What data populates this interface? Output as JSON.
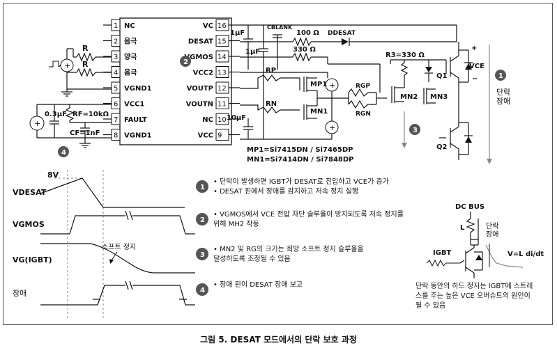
{
  "caption": "그림 5. DESAT 모드에서의 단락 보호 과정",
  "ic": {
    "left_pins": [
      {
        "num": "1",
        "label": "NC"
      },
      {
        "num": "2",
        "label": "음극"
      },
      {
        "num": "3",
        "label": "양극"
      },
      {
        "num": "4",
        "label": "음극"
      },
      {
        "num": "5",
        "label": "VGND1"
      },
      {
        "num": "6",
        "label": "VCC1"
      },
      {
        "num": "7",
        "label": "FAULT"
      },
      {
        "num": "8",
        "label": "VGND1"
      }
    ],
    "right_pins": [
      {
        "num": "16",
        "label": "VC"
      },
      {
        "num": "15",
        "label": "DESAT"
      },
      {
        "num": "14",
        "label": "VGMOS"
      },
      {
        "num": "13",
        "label": "VCC2"
      },
      {
        "num": "12",
        "label": "VOUTP"
      },
      {
        "num": "11",
        "label": "VOUTN"
      },
      {
        "num": "10",
        "label": "NC"
      },
      {
        "num": "9",
        "label": "VCC"
      }
    ]
  },
  "components": {
    "r_left_1": "R",
    "r_left_2": "R",
    "cap_03": "0.3μF",
    "rf": "RF=10kΩ",
    "cf": "CF=1nF",
    "c1": "1μF",
    "c2": "1μF",
    "c3": "10μF",
    "cblank": "CBLANK",
    "r100": "100 Ω",
    "r330": "330 Ω",
    "ddesat": "DDESAT",
    "r3": "R3=330 Ω",
    "rp": "RP",
    "rn": "RN",
    "mp1": "MP1",
    "mn1": "MN1",
    "mn2": "MN2",
    "mn3": "MN3",
    "rgp": "RGP",
    "rgn": "RGN",
    "q1": "Q1",
    "q2": "Q2",
    "vce_plus": "+",
    "vce_label": "VCE",
    "vce_minus": "−",
    "mp_note": "MP1=Si7415DN / Si7465DP",
    "mn_note": "MN1=Si7414DN / Si7848DP"
  },
  "badges": {
    "b1": "1",
    "b2": "2",
    "b3": "3",
    "b4": "4"
  },
  "short_label": "단락\n장애",
  "timing": {
    "v8": "8V",
    "rows": [
      {
        "label": "VDESAT"
      },
      {
        "label": "VGMOS"
      },
      {
        "label": "VG(IGBT)"
      },
      {
        "label": "장애"
      }
    ],
    "soft_stop": "소프트 정지"
  },
  "notes": [
    {
      "num": "1",
      "lines": [
        "단락이 발생하면 IGBT가 DESAT로 진입하고 VCE가 증가",
        "DESAT 핀에서 장애를 감지하고 저속 정지 실행"
      ]
    },
    {
      "num": "2",
      "lines": [
        "VGMOS에서 VCE 전압 차단 슬루율이 방지되도록 저속 정지를",
        "위해 MH2 작동"
      ]
    },
    {
      "num": "3",
      "lines": [
        "MN2 및 RG의 크기는 희망 소프트 정지 슬루율을",
        "달성하도록 조정될 수 있음"
      ]
    },
    {
      "num": "4",
      "lines": [
        "장애 핀이 DESAT 장애 보고"
      ]
    }
  ],
  "inset": {
    "dc_bus": "DC BUS",
    "l": "L",
    "igbt": "IGBT",
    "short": "단락\n장애",
    "vldi": "V=L di/dt",
    "desc": [
      "단락 동안의 하드 정지는 IGBT에 스트레",
      "스를 주는 높은 VCE 오버슈트의 원인이",
      "될 수 있음"
    ]
  }
}
